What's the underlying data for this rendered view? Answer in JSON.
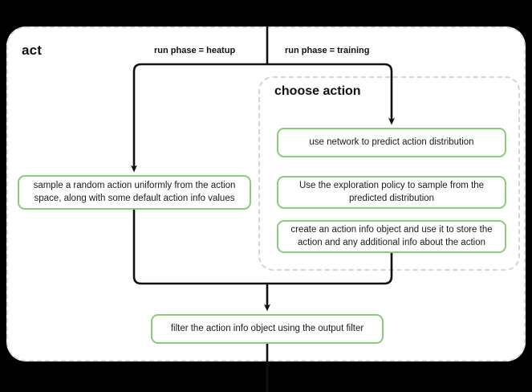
{
  "diagram": {
    "type": "flowchart",
    "title": "act",
    "background_color": "#000000",
    "canvas_color": "#ffffff",
    "accent_color": "#8dc97e",
    "group_border_color": "#dcdcdc",
    "edge_color": "#111111",
    "groups": [
      {
        "id": "act",
        "label": "act",
        "border": "dashed"
      },
      {
        "id": "choose-action",
        "label": "choose action",
        "border": "dashed"
      }
    ],
    "edge_labels": {
      "heatup": "run phase = heatup",
      "training": "run phase = training"
    },
    "nodes": {
      "sample_random_action": "sample a random action uniformly from the action space, along with some default action info values",
      "use_network": "use network to predict action distribution",
      "exploration_policy": "Use the exploration policy to sample from the predicted distribution",
      "create_action_info": "create an action info object and use it to store the action and any additional info about the action",
      "filter_action_info": "filter the action info object using the output filter"
    }
  }
}
